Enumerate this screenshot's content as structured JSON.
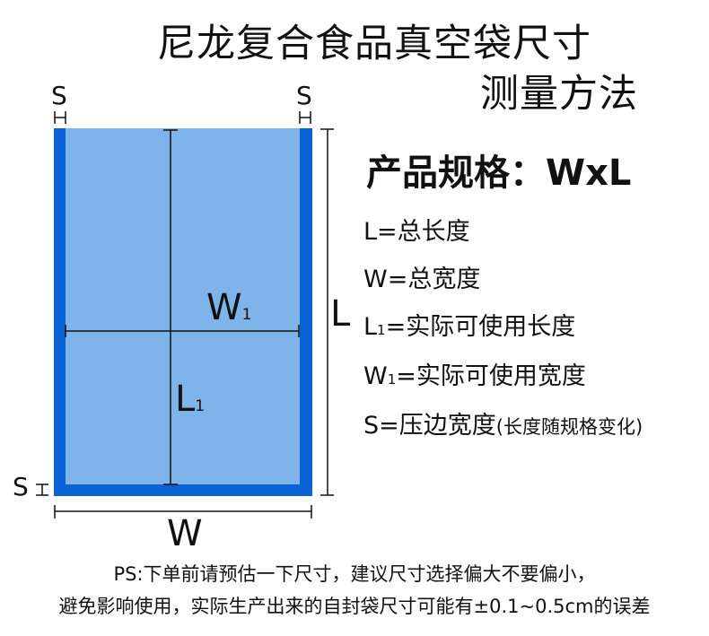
{
  "title": {
    "line1": "尼龙复合食品真空袋尺寸",
    "line2": "测量方法"
  },
  "spec": "产品规格：WxL",
  "definitions": {
    "L": "L=总长度",
    "W": "W=总宽度",
    "L1_main": "L",
    "L1_sub": "1",
    "L1_rest": "=实际可使用长度",
    "W1_main": "W",
    "W1_sub": "1",
    "W1_rest": "=实际可使用宽度",
    "S_main": "S=压边宽度",
    "S_paren": "(长度随规格变化)"
  },
  "diagram": {
    "s_top_left": "S",
    "s_top_right": "S",
    "s_bottom": "S",
    "w_label": "W",
    "l_label": "L",
    "w1_main": "W",
    "w1_sub": "1",
    "l1_main": "L",
    "l1_sub": "1",
    "colors": {
      "seal": "#0a62d6",
      "usable": "#7fb4ea",
      "line": "#111111"
    }
  },
  "note": {
    "line1": "PS:下单前请预估一下尺寸，建议尺寸选择偏大不要偏小，",
    "line2": "避免影响使用，实际生产出来的自封袋尺寸可能有±0.1~0.5cm的误差"
  }
}
